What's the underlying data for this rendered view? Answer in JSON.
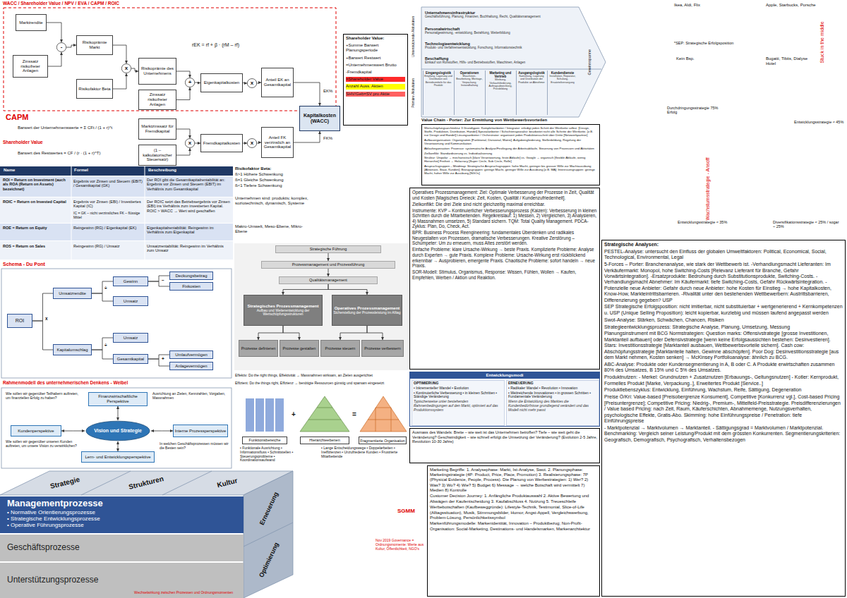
{
  "diagram": {
    "nodes": [
      {
        "text": [
          "Marktrendite"
        ]
      },
      {
        "text": [
          "Zinssatz risikofreier Anlagen"
        ]
      },
      {
        "text": [
          "-"
        ]
      },
      {
        "text": [
          "Risikoprämie Markt"
        ]
      },
      {
        "text": [
          "Risikofaktor Beta"
        ]
      },
      {
        "text": [
          "x"
        ]
      },
      {
        "text": [
          "Risikoprämie des Unternehmens"
        ]
      },
      {
        "text": [
          "Zinssatz risikofreier Anlagen"
        ]
      },
      {
        "text": [
          "+"
        ]
      },
      {
        "text": [
          "Eigenkapitalkosten"
        ]
      },
      {
        "text": [
          "x"
        ]
      },
      {
        "text": [
          "Anteil EK an Gesamtkapital"
        ]
      },
      {
        "text": [
          "Kapitalkosten (WACC)"
        ]
      },
      {
        "text": [
          "Marktzinssatz für Fremdkapital"
        ]
      },
      {
        "text": [
          "(1 – kalkulatorischer Steuersatz)"
        ]
      },
      {
        "text": [
          "x"
        ]
      },
      {
        "text": [
          "Fremdkapitalkosten"
        ]
      },
      {
        "text": [
          "x"
        ]
      },
      {
        "text": [
          "Anteil FK verzinslich an Gesamtkapital"
        ]
      },
      {
        "text": [
          "Shareholder Value:",
          "+Summe Barwert Planungsperiode",
          "+Barwert Restwert",
          "=Unternehmenswert Brutto",
          "-Fremdkapital",
          "=Shareholder Value",
          "Anzahl Auss. Aktien",
          "SHV/Geb=SV pro Aktie"
        ]
      },
      {
        "text": [
          "Unternehmensinfrastruktur",
          "Geschäftsführung, Planung, Finanzen, Buchhaltung, Recht, Qualitätsmanagement"
        ]
      },
      {
        "text": [
          "Personalwirtschaft",
          "Personalgewinnung, -entwicklung, Bezahlung, Weiterbildung"
        ]
      },
      {
        "text": [
          "Technologieentwicklung",
          "Produkt- und Verfahrensentwicklung, Forschung, Informationstechnik"
        ]
      },
      {
        "text": [
          "Beschaffung",
          "Einkauf von Rohstoffen, Hilfs- und Betriebsstoffen, Maschinen, Anlagen"
        ]
      },
      {
        "text": [
          "Eingangslogistik",
          "Empfang, Lagerung und Distribution von Betriebsmitteln für das Produkt"
        ]
      },
      {
        "text": [
          "Operationen",
          "Maschinen, Bearbeitung, Montage, Verpackung, Instandhaltung"
        ]
      },
      {
        "text": [
          "Marketing und Vertrieb",
          "Werbung, Verkaufsförderung, Auftragsabwicklung, Preisbildung"
        ]
      },
      {
        "text": [
          "Ausgangslogistik",
          "Sammlung, Lagerung und Distribution der Produkte an Abnehmer"
        ]
      },
      {
        "text": [
          "Kundendienste",
          "Installation, Reparatur, Schulung, Ersatzteilversorgung"
        ]
      },
      {
        "text": [
          "Wertschöpfungsarchitektur 3 Grundtypen: Komplettanbieter / Integrator: erledigt jeden Schritt der Wertkette selbst. [Design, Stoffe, Produktion, Distribution, Handel] Spezialanbieter / Schichtenspezialist: bearbeitet nicht alle Schritte der Wertkette. [z.B. nur Design und Handel] Lösungsanbieter / Orchestrator: organisiert jeden Produktionsschritt über Dritte [Netzwerkpartner]",
          "Aufbauorganisation: Organigramm [Funktional, Divisional, Matrix]; Aufgabengliederung, Stellenbildung, Regelung der Verantwortung und Kommunikation",
          "Ablauforganisation: Prozesse: systematische Analyse/Festlegung der Arbeitsabläufe, Steuerung von Prozessen und Aktivitäten",
          "Zielkonflikt: Standardisierung vs. Individualisierung",
          "Struktur: Unipolar → mechanistisch [klare Verantwortung, feste Abläufe] vs. Google → organisch [flexible Abläufe, wenig Hierarchie] Freiheit → Holacracy [Super Circle, Sub Circle, Rolle]",
          "Anspruchsgruppen – Mindmap: Strategische Anspruchsgruppen: hohe Macht, geringer bis grosser Wille zur Machtausübung [Aktionäre, Staat, Kunden]; Bezugsgruppen: geringe Macht, geringer Wille zur Ausübung [z.B. MA]; Interessengruppen: geringe Macht, hoher Wille zur Ausübung [NGOs]"
        ]
      },
      {
        "text": [
          "Operatives Prozessmanagement: Ziel: Optimale Verbesserung der Prozesse in Zeit, Qualität und Kosten [Magisches Dreieck: Zeit, Kosten, Qualität / Kundenzufriedenheit].",
          "Zielkonflikt: Die drei Ziele sind nicht gleichzeitig maximal erreichbar.",
          "Instrumente: KVP – Kontinuierlicher Verbesserungsprozess (Kaizen): Verbesserung in kleinen Schritten durch die Mitarbeitenden. Regelkreislauf: 1) Messen, 2) Vergleichen, 3) Analysieren, 4) Massnahmen umsetzen, 5) Standard sichern. TQM: Total Quality Management. PDCA-Zyklus: Plan, Do, Check, Act.",
          "BPR: Business Process Reengineering: fundamentales Überdenken und radikales Neugestalten von Prozessen, dramatische Verbesserungen. Kreative Zerstörung – Schumpeter: Um zu erneuern, muss Altes zerstört werden.",
          "Einfache Probleme: klare Ursache-Wirkung → beste Praxis. Komplizierte Probleme: Analyse durch Experten → gute Praxis. Komplexe Probleme: Ursache-Wirkung erst rückblickend erkennbar → Ausprobieren, emergente Praxis. Chaotische Probleme: sofort handeln → neue Praxis.",
          "SOR-Modell: Stimulus, Organismus, Response: Wissen, Fühlen, Wollen → Kaufen, Empfehlen, Werben / Aktion und Reaktion."
        ]
      },
      {
        "text": [
          "Strategische Analysen:",
          "PESTEL-Analyse: untersucht den Einfluss der globalen Umweltfaktoren: Political, Economical, Social, Technological, Environmental, Legal",
          "5-Forces – Porter: Branchenanalyse, wie stark der Wettbewerb ist. -Verhandlungsmacht Lieferanten: Im Verkäufermarkt: Monopol, hohe Switching-Costs [Relevanz Lieferant für Branche, Gefahr Vorwärtsintegration]. -Ersatzprodukte: Bedrohung durch Substitutionsprodukte, Switching-Costs. -Verhandlungsmacht Abnehmer: Im Käufermarkt: tiefe Switching-Costs, Gefahr Rückwärtsintegration. -Potenzielle neue Anbieter: Gefahr durch neue Anbieter: hohe Kosten für Einstieg → hohe Kapitalkosten, Know-How, Markteintrittsbarrieren. -Rivalität unter den bestehenden Wettbewerbern: Austrittsbarrieren, Differenzierung gegeben? USP",
          "SEP Strategische Erfolgsposition: nicht imitierbar, nicht substituierbar + wertgenerierend + Kernkompetenzen u. USP (Unique Selling Proposition): leicht kopierbar, kurzlebig und müssen laufend angepasst werden",
          "Swot-Analyse: Stärken, Schwächen, Chancen, Risiken",
          "Strategieentwicklungsprozess: Strategische Analyse, Planung, Umsetzung, Messung",
          "Planungsinstrument mit BCG Normstrategien: Question marks: Offensivstrategie [grosse Investitionen, Marktanteil aufbauen] oder Defensivstrategie [wenn keine Erfolgsaussichten bestehen: Desinvestieren]. Stars: Investitionsstrategie [Marktanteil ausbauen, Wettbewerbsvorteile sichern]. Cash cow: Abschöpfungsstrategie [Marktanteile halten, Gewinne abschöpfen]. Poor Dog: Desinvestitionsstrategie [aus dem Markt nehmen, Kosten senken] → McKinsey Portfolioanalyse: ähnlich zu BCG.",
          "ABC-Analyse: Produkte oder Kundensegmentierung in A, B oder C. A Produkte erwirtschaften zusammen 80% des Umsatzes, B 15% und C 5% des Umsatzes.",
          "Produktnutzen: - Merkel: Grundnutzen + Zusatznutzen [Erbauungs-, Geltungsnutzen] - Kotler: Kernprodukt, Formelles Produkt [Marke, Verpackung..], Erweitertes Produkt [Service..]",
          "Produktlebenszyklus: Entwicklung, Einführung, Wachstum, Reife, Sättigung, Degeneration",
          "Preise Ö/Kri: Value-based [Preisobergrenze Konsument], Competitive [Konkurrenz vgl.], Cost-based Pricing [Preisuntergrenze]; Competitive Pricing: Niedrig-, Premium-, Mittelfeld-Preisstrategie. Preisdifferenzierungen / Value based Pricing: nach Zeit, Raum, Käuferschichten, Abnahmemenge, Nutzungsverhalten, psychologische Effekte, Gratis-Abo. Skimming: hohe Einführungspreise / Penetration: tiefe Einführungspreise",
          "- Marktpotenzial → Marktvolumen → Marktanteil. - Sättigungsgrad = Marktvolumen / Marktpotenzial. Benchmarking: Vergleich seiner Leistung/Produkt mit dem grössten Konkurrenten. Segmentierungskriterien: Geografisch, Demografisch, Psychografisch, Verhaltensbezogen"
        ]
      },
      {
        "text": [
          "Entwicklungsmodi"
        ]
      },
      {
        "text": [
          "OPTIMIERUNG",
          "• Inkrementeller Wandel • Evolution",
          "• Kontinuierliche Verbesserung • in kleinen Schritten • Ständige Veränderung",
          "Typischerweise unter bestehenden Rahmenbedingungen auf den Markt, optimiert auf das Produktionssystem"
        ],
        "in": 32
      },
      {
        "text": [
          "ERNEUERUNG",
          "• Radikaler Wandel • Revolution • Innovation",
          "• Weitreichende Innovationen • in grossen Schritten • Fundamentale Veränderung",
          "Wenn die Entwicklung des Marktes die Kundenbedürfnisse grundlegend verändert und das Modell nicht mehr passt"
        ],
        "in": 32
      },
      {
        "text": [
          "Ausmass des Wandels: Breite – wie weit ist das Unternehmen betroffen? Tiefe – wie weit geht die Veränderung? Geschwindigkeit – wie schnell erfolgt die Umsetzung der Veränderung? (Evolution 2-5 Jahre, Revolution 10-30 Jahre)"
        ]
      },
      {
        "text": [
          "Marketing Begriffe: 1. Analysephase: Markt, Ist-Analyse, Swot. 2. Planungsphase: Marketingstrategie (4P: Product, Price, Place, Promotion) 3. Realisierungsphase: 7P (Physical Evidence, People, Process). Die Planung von Werbestrategien: 1) Wer? 2) Was? 3) Wo? 4) Wie? 5) Budget 6) Message → welche Botschaft wird vermittelt 7) Medien 8) Kontrolle",
          "Customer Decision Journey: 1. Anfängliche Produktauswahl 2. Aktive Bewertung und Abwägen der Kaufentscheidung 3. Kaufabschluss 4. Nutzung 5. Treueschleife",
          "Werbebotschaften (Kaufbeweggründe): Lifestyle-Technik, Testimonial, Slice-of-Life (Alltagssituation), Musik, Stimmungsbilder, Humor, Angst-Appell, Vergleichswerbung, Problem-Lösung, Persönlichkeitssymbol",
          "Markenführungsmodelle: Markenidentität, Innovation – Produktbezug; Non-Profit-Organisation: Social-Marketing, Destinations- und Handelsmarken, Markenarchitektur"
        ]
      },
      {
        "text": [
          "ROI"
        ]
      },
      {
        "text": [
          "Umsatzrendite"
        ]
      },
      {
        "text": [
          "Kapitalumschlag"
        ]
      },
      {
        "text": [
          "Gewinn"
        ]
      },
      {
        "text": [
          "Umsatz"
        ]
      },
      {
        "text": [
          "Umsatz"
        ]
      },
      {
        "text": [
          "Gesamtkapital"
        ]
      },
      {
        "text": [
          "Deckungsbeitrag"
        ]
      },
      {
        "text": [
          "Fixkosten"
        ]
      },
      {
        "text": [
          "Umlaufvermögen"
        ]
      },
      {
        "text": [
          "Anlagevermögen"
        ]
      },
      {
        "text": [
          "Finanzwirtschaftliche Perspektive"
        ]
      },
      {
        "text": [
          "Kundenperspektive"
        ]
      },
      {
        "text": [
          "Vision und Strategie"
        ]
      },
      {
        "text": [
          "Interne Prozessperspektive"
        ]
      },
      {
        "text": [
          "Lern- und Entwicklungsperspektive"
        ]
      },
      {
        "text": [
          "Managementprozesse",
          "• Normative Orientierungsprozesse",
          "• Strategische Entwicklungsprozesse",
          "• Operative Führungsprozesse"
        ]
      },
      {
        "text": [
          "Geschäftsprozesse"
        ]
      },
      {
        "text": [
          "Unterstützungsprozesse"
        ]
      },
      {
        "text": [
          "Strategische Führung"
        ]
      },
      {
        "text": [
          "Prozessmanagement und Prozessführung"
        ]
      },
      {
        "text": [
          "Qualitätsmanagement"
        ]
      },
      {
        "text": [
          "Strategisches Prozessmanagement",
          "Aufbau und Weiterentwicklung der Wertschöpfungsstrukturen"
        ]
      },
      {
        "text": [
          "Operatives Prozessmanagement",
          "Sicherstellung der Prozessleistung im Alltag"
        ]
      },
      {
        "text": [
          "Prozesse definieren"
        ]
      },
      {
        "text": [
          "Prozesse gestalten"
        ]
      },
      {
        "text": [
          "Prozesse steuern"
        ]
      },
      {
        "text": [
          "Prozesse verbessern"
        ]
      },
      {
        "text": [
          "Funktionsbereiche"
        ]
      },
      {
        "text": [
          "Hierarchieebenen"
        ]
      },
      {
        "text": [
          "Fragmentierte Organisation"
        ]
      }
    ],
    "edges": [
      {
        "from": 0,
        "to": 2,
        "arrow": "to"
      },
      {
        "from": 1,
        "to": 2,
        "arrow": "to"
      },
      {
        "from": 2,
        "to": 3,
        "arrow": "to"
      },
      {
        "from": 3,
        "to": 5,
        "arrow": "to"
      },
      {
        "from": 4,
        "to": 5,
        "arrow": "to"
      },
      {
        "from": 5,
        "to": 6,
        "arrow": "to"
      },
      {
        "from": 6,
        "to": 8,
        "arrow": "to"
      },
      {
        "from": 7,
        "to": 8,
        "arrow": "to"
      },
      {
        "from": 8,
        "to": 9,
        "arrow": "to"
      },
      {
        "from": 9,
        "to": 10,
        "arrow": "to"
      },
      {
        "from": 10,
        "to": 11,
        "arrow": "to"
      },
      {
        "from": 11,
        "to": 12,
        "arrow": "to"
      },
      {
        "from": 13,
        "to": 15,
        "arrow": "to"
      },
      {
        "from": 14,
        "to": 15,
        "arrow": "to"
      },
      {
        "from": 15,
        "to": 16,
        "arrow": "to"
      },
      {
        "from": 16,
        "to": 17,
        "arrow": "to"
      },
      {
        "from": 17,
        "to": 18,
        "arrow": "to"
      },
      {
        "from": 18,
        "to": 12,
        "arrow": "to"
      },
      {
        "from": 37,
        "to": 38,
        "arrow": "none"
      },
      {
        "from": 37,
        "to": 39,
        "arrow": "none"
      },
      {
        "from": 38,
        "to": 40,
        "arrow": "none"
      },
      {
        "from": 38,
        "to": 41,
        "arrow": "none"
      },
      {
        "from": 39,
        "to": 42,
        "arrow": "none"
      },
      {
        "from": 39,
        "to": 43,
        "arrow": "none"
      },
      {
        "from": 40,
        "to": 44,
        "arrow": "none"
      },
      {
        "from": 40,
        "to": 45,
        "arrow": "none"
      },
      {
        "from": 43,
        "to": 46,
        "arrow": "none"
      },
      {
        "from": 43,
        "to": 47,
        "arrow": "none"
      },
      {
        "from": 50,
        "to": 48,
        "arrow": "both"
      },
      {
        "from": 50,
        "to": 49,
        "arrow": "both"
      },
      {
        "from": 50,
        "to": 51,
        "arrow": "both"
      },
      {
        "from": 50,
        "to": 52,
        "arrow": "both"
      },
      {
        "from": 56,
        "to": 57,
        "arrow": "to"
      },
      {
        "from": 57,
        "to": 58,
        "arrow": "to"
      },
      {
        "from": 58,
        "to": 59,
        "arrow": "to"
      },
      {
        "from": 58,
        "to": 60,
        "arrow": "to"
      },
      {
        "from": 59,
        "to": 61,
        "arrow": "to"
      },
      {
        "from": 59,
        "to": 62,
        "arrow": "to"
      },
      {
        "from": 60,
        "to": 63,
        "arrow": "to"
      },
      {
        "from": 60,
        "to": 64,
        "arrow": "to"
      }
    ],
    "labels": [
      "WACC / Shareholder Value / NPV / EVA / CAPM / ROIC",
      "rEK = rf + β · (rM – rf)",
      "EK%",
      "FK%",
      "CAPM",
      "Barwert der Unternehmenswerte = Σ CFt / (1 + r)^t",
      "Shareholder Value",
      "Barwert des Restwertes = CF / (r · (1 + r)^T)",
      "Unterstützende Aktivitäten",
      "Primäre Aktivitäten",
      "Gewinnspanne",
      "Ikea, Aldi, Flix",
      "Apple, Starbucks, Porsche",
      "*SEP: Strategische Erfolgsposition",
      "Kein Bsp.",
      "Bugatti, Tibits, Dialyse Hotel",
      "Stuck in the middle",
      "Durchdringungsstrategie 75% Erfolg",
      "Entwicklungsstrategie ≈ 45%",
      "Wachstumsstrategie - Ansoff",
      "Entwicklungsstrategie ≈ 35%",
      "Diversifikationsstrategie ≈ 25% / sogar ~ 25%",
      "Value Chain - Porter: Zur Ermittlung von Wettbewerbsvorteilen",
      "Risikofaktor Beta:",
      "ß>1 Höhere Schwenkung",
      "ß=1 Gleiche Schwenkung",
      "ß<1 Tiefere Schwenkung",
      "Unternehmen sind: produktiv, komplex, soziotechnisch, dynamisch, Systeme",
      "Makro-Umwelt, Meso-Ebene, Mikro-Ebene",
      "Name",
      "Formel",
      "Beschreibung",
      "ROI = Return on Investment (auch als ROA (Return on Assets) bezeichnet)",
      "Ergebnis vor Zinsen und Steuern (EBIT) / Gesamtkapital (GK)",
      "Der ROI gibt die Gesamtkapitalrentabilität an: Ergebnis vor Zinsen und Steuern (EBIT) im Verhältnis zum Gesamtkapital",
      "ROIC = Return on Invested Capital",
      "Ergebnis vor Zinsen (EBI) / Investiertes Kapital (IC)",
      "IC = GK – nicht verzinsliches FK – flüssige Mittel",
      "Der ROIC setzt das Betriebsergebnis vor Zinsen (EBI) ins Verhältnis zum investierten Kapital. ROIC > WACC → Wert wird geschaffen",
      "ROE = Return on Equity",
      "Reingewinn (RG) / Eigenkapital (EK)",
      "Eigenkapitalrentabilität: Reingewinn im Verhältnis zum Eigenkapital",
      "ROS = Return on Sales",
      "Reingewinn (RG) / Umsatz",
      "Umsatzrentabilität: Reingewinn im Verhältnis zum Umsatz",
      "Schema - Du Pont",
      "x",
      "÷",
      "÷",
      "−",
      "+",
      "Rahmenmodell des unternehmerischen Denkens - Weibel",
      "Wie sollen wir gegenüber Teilhabern auftreten, um finanziellen Erfolg zu haben?",
      "Ausrichtung an Zielen, Kennzahlen, Vorgaben, Massnahmen",
      "Wie sollen wir gegenüber unseren Kunden auftreten, um unsere Vision zu verwirklichen?",
      "In welchen Geschäftsprozessen müssen wir die Besten sein?",
      "Strategie",
      "Strukturen",
      "Kultur",
      "Erneuerung",
      "Optimierung",
      "Wechselwirkung zwischen Prozessen und Ordnungsmomenten",
      "Effektiv: Do the right things, Effektivität → Massnahmen wirksam, an Zielen ausgerichtet",
      "Effizient: Do the things right, Effizienz → benötigte Ressourcen günstig und sparsam eingesetzt",
      "+",
      "=",
      "• Funktionale Ausrichtung • Informationsfluss • Schnittstellen • Steuerungsprobleme • Koordinationsaufwand",
      "• Lange Entscheidungswege • Doppelarbeiten • Ineffizienzen • Unzufriedene Kunden • Frustrierte Mitarbeitende",
      "SGMM",
      "Nov 2019 Governance = Ordnungsmomente: Werte aus Kultur, Öffentlichkeit, NGO's"
    ]
  }
}
